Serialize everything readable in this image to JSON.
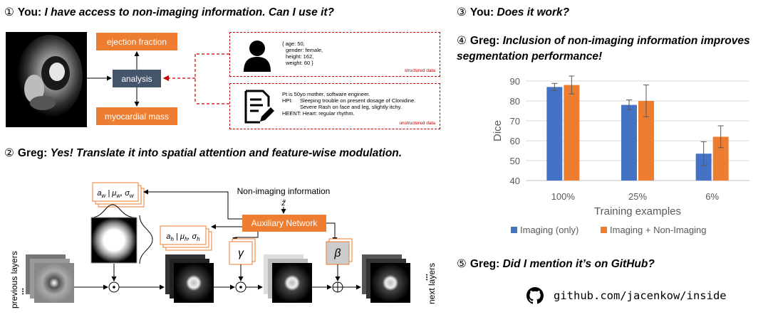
{
  "headings": {
    "h1": {
      "num": "①",
      "speaker": "You:",
      "text": "I have access to non-imaging information. Can I use it?"
    },
    "h2": {
      "num": "②",
      "speaker": "Greg:",
      "text": "Yes! Translate it into spatial attention and feature-wise modulation."
    },
    "h3": {
      "num": "③",
      "speaker": "You:",
      "text": "Does it work?"
    },
    "h4": {
      "num": "④",
      "speaker": "Greg:",
      "text": "Inclusion of non-imaging information improves",
      "text2": "segmentation performance!"
    },
    "h5": {
      "num": "⑤",
      "speaker": "Greg:",
      "text": "Did I mention it’s on GitHub?"
    }
  },
  "panel1": {
    "ejection": "ejection fraction",
    "analysis": "analysis",
    "mass": "myocardial mass",
    "structured": [
      "{ age: 50,",
      "gender: female,",
      "height: 162,",
      "weight: 60 }"
    ],
    "structured_label": "structured data",
    "unstructured": {
      "line1": "Pt is 50yo mother, software engineer.",
      "hpi_key": "HPI:",
      "hpi1": "Sleeping trouble on present dosage of Clonidine.",
      "hpi2": "Severe Rash on face and leg, slightly itchy.",
      "heent": "HEENT: Heart: regular rhythm."
    },
    "unstructured_label": "unstructured data"
  },
  "panel2": {
    "nonimaging": "Non-imaging information",
    "aux": "Auxiliary Network",
    "zeta": "z̃",
    "w_label": "a_w | μ_w, σ_w",
    "h_label": "a_h | μ_h, σ_h",
    "gamma": "γ",
    "beta": "β",
    "prev": "previous layers",
    "next": "next layers",
    "dots": "..."
  },
  "chart_data": {
    "type": "bar",
    "categories": [
      "100%",
      "25%",
      "6%"
    ],
    "series": [
      {
        "name": "Imaging (only)",
        "values": [
          87,
          78,
          53.5
        ],
        "err": [
          1.8,
          2.5,
          6
        ],
        "color": "#4472c4"
      },
      {
        "name": "Imaging + Non-Imaging",
        "values": [
          88,
          80,
          62
        ],
        "err": [
          4.5,
          8,
          5.5
        ],
        "color": "#ed7d31"
      }
    ],
    "xlabel": "Training examples",
    "ylabel": "Dice",
    "ylim": [
      40,
      90
    ],
    "yticks": [
      "90",
      "80",
      "70",
      "60",
      "50",
      "40"
    ],
    "grid": true,
    "legend": "bottom"
  },
  "github": {
    "url": "github.com/jacenkow/inside"
  },
  "colors": {
    "orange": "#ed7d31",
    "navy": "#44546a",
    "blue": "#4472c4",
    "red": "#c00000"
  }
}
